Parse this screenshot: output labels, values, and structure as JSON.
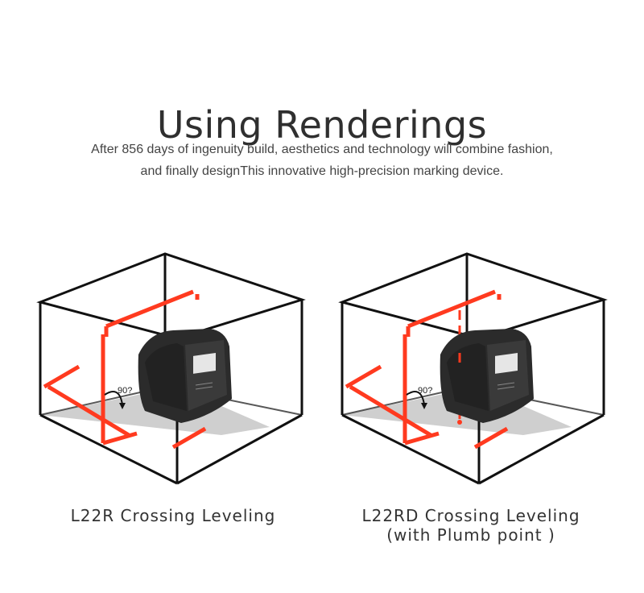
{
  "page": {
    "title": "Using Renderings",
    "intro_line_1": "After 856 days of ingenuity build, aesthetics and technology will combine fashion,",
    "intro_line_2": "and finally designThis innovative high-precision marking device."
  },
  "figures": [
    {
      "caption_line_1": "L22R Crossing Leveling",
      "angle_label": "90?",
      "has_plumb_point": false
    },
    {
      "caption_line_1": "L22RD Crossing Leveling",
      "caption_line_2": "(with Plumb point )",
      "angle_label": "90?",
      "has_plumb_point": true
    }
  ],
  "colors": {
    "laser": "#ff3a1f",
    "frame": "#111111",
    "floor": "#cfcfcf",
    "device": "#2b2b2b"
  }
}
